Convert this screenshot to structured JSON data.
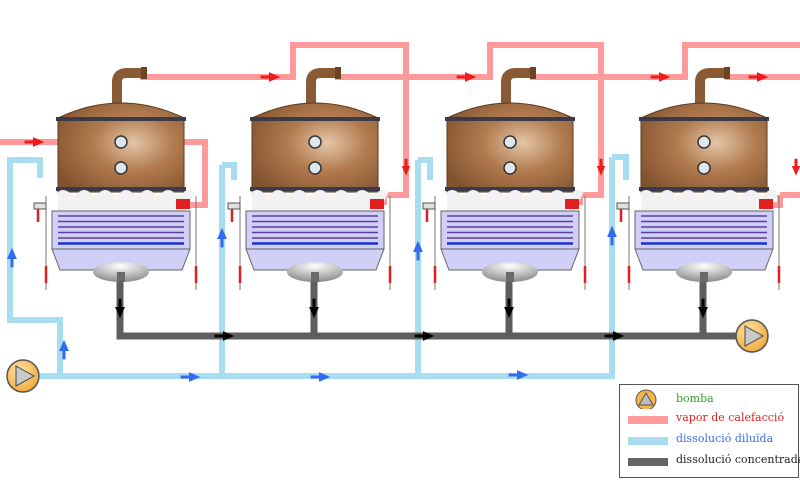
{
  "legend": {
    "pump": {
      "label": "bomba",
      "color": "#2e9e2e"
    },
    "steam": {
      "label": "vapor de calefacció",
      "color": "#e32020"
    },
    "dilute": {
      "label": "dissolució diluïda",
      "color": "#3b6fe0"
    },
    "concentrate": {
      "label": "dissolució concentrada",
      "color": "#222222"
    }
  },
  "colors": {
    "steam_pipe": "#ff9a9a",
    "steam_arrow": "#ee1c1c",
    "dilute_pipe": "#a8dcef",
    "dilute_arrow": "#2f6cf2",
    "concentrate_pipe": "#555555",
    "concentrate_arrow": "#000000",
    "dome": "#a06a3e",
    "tubes": "#5a3fa0",
    "chamber": "#cfcff7",
    "pump_fill": "#f7b64a"
  },
  "evaporators": [
    {
      "id": "effect-1"
    },
    {
      "id": "effect-2"
    },
    {
      "id": "effect-3"
    },
    {
      "id": "effect-4"
    }
  ]
}
